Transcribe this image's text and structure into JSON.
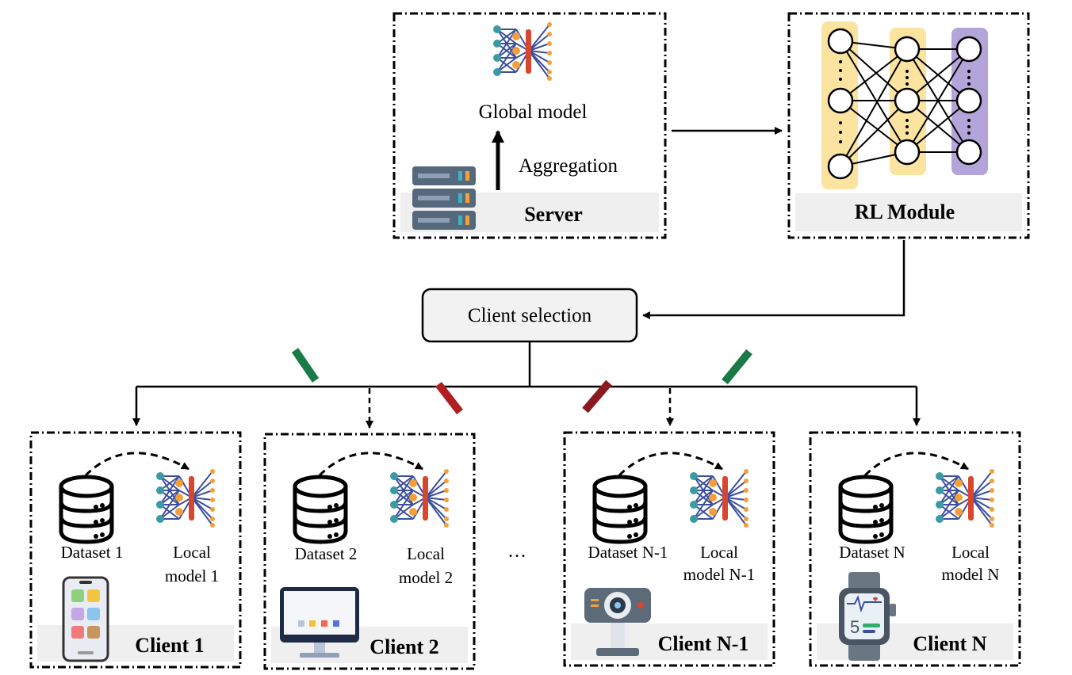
{
  "server": {
    "title": "Server",
    "global_model_label": "Global model",
    "aggregation_label": "Aggregation"
  },
  "rl_module": {
    "title": "RL Module"
  },
  "client_selection": {
    "label": "Client selection"
  },
  "ellipsis": "…",
  "clients": [
    {
      "title": "Client 1",
      "dataset_label": "Dataset 1",
      "model_label_line1": "Local",
      "model_label_line2": "model 1",
      "device_icon": "smartphone-icon",
      "link": "selected"
    },
    {
      "title": "Client 2",
      "dataset_label": "Dataset 2",
      "model_label_line1": "Local",
      "model_label_line2": "model 2",
      "device_icon": "desktop-monitor-icon",
      "link": "not-selected"
    },
    {
      "title": "Client N-1",
      "dataset_label": "Dataset N-1",
      "model_label_line1": "Local",
      "model_label_line2": "model N-1",
      "device_icon": "webcam-icon",
      "link": "not-selected"
    },
    {
      "title": "Client N",
      "dataset_label": "Dataset N",
      "model_label_line1": "Local",
      "model_label_line2": "model N",
      "device_icon": "smartwatch-icon",
      "link": "selected"
    }
  ],
  "colors": {
    "selected_mark": "#1a7a46",
    "rejected_mark": "#b01f1f",
    "rejected_mark_dark": "#8a1a1f",
    "input_layer": "#fbe3a0",
    "output_layer": "#b3a5d9",
    "nn_teal": "#3b9aa3",
    "nn_orange": "#f4a03a",
    "nn_red": "#d9462e",
    "label_band": "#efefef"
  }
}
